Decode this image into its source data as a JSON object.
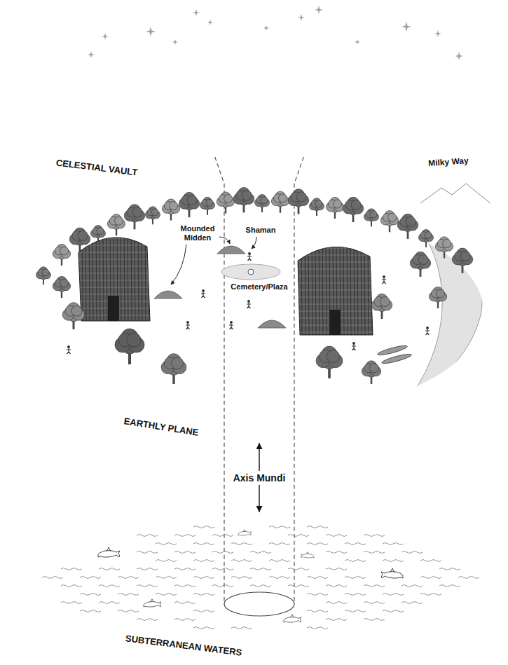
{
  "diagram": {
    "nodes": [
      {
        "text": [
          "CELESTIAL VAULT"
        ]
      },
      {
        "text": [
          "EARTHLY PLANE"
        ]
      },
      {
        "text": [
          "SUBTERRANEAN WATERS"
        ]
      }
    ],
    "edges": [
      {
        "from": 1,
        "to": 2,
        "arrow": "both",
        "label": "Axis Mundi"
      }
    ],
    "labels": [
      "Milky Way",
      "Mounded Midden",
      "Shaman",
      "Cemetery/Plaza"
    ]
  }
}
